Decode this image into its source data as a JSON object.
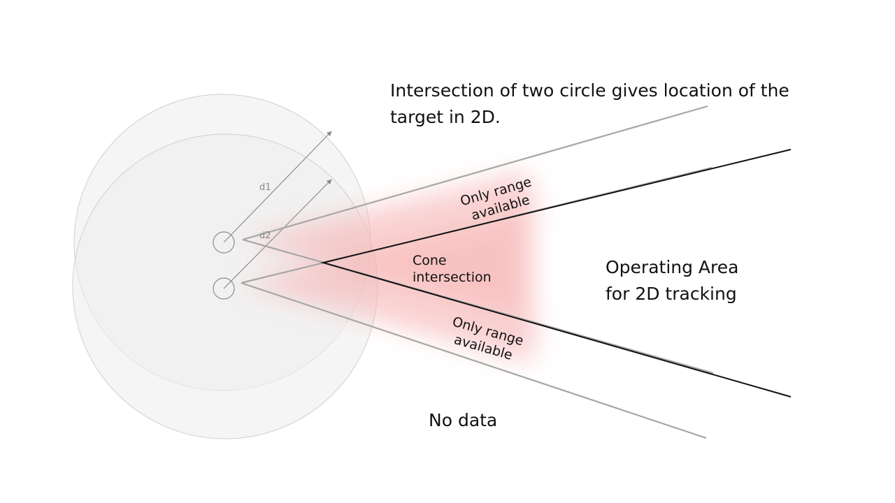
{
  "caption": {
    "line1": "Intersection of two circle gives location of the",
    "line2": "target in 2D."
  },
  "radii": {
    "d1": "d1",
    "d2": "d2"
  },
  "regions": {
    "only_range_top": [
      "Only range",
      "available"
    ],
    "cone": [
      "Cone",
      "intersection"
    ],
    "only_range_bottom": [
      "Only range",
      "available"
    ],
    "operating_area": [
      "Operating Area",
      "for 2D tracking"
    ],
    "no_data": "No data"
  },
  "colors": {
    "circle_fill": "#efefef",
    "circle_stroke": "#cfcfcf",
    "gray_line": "#a6a6a6",
    "black_line": "#111111",
    "glow": "#f5a3a3"
  }
}
